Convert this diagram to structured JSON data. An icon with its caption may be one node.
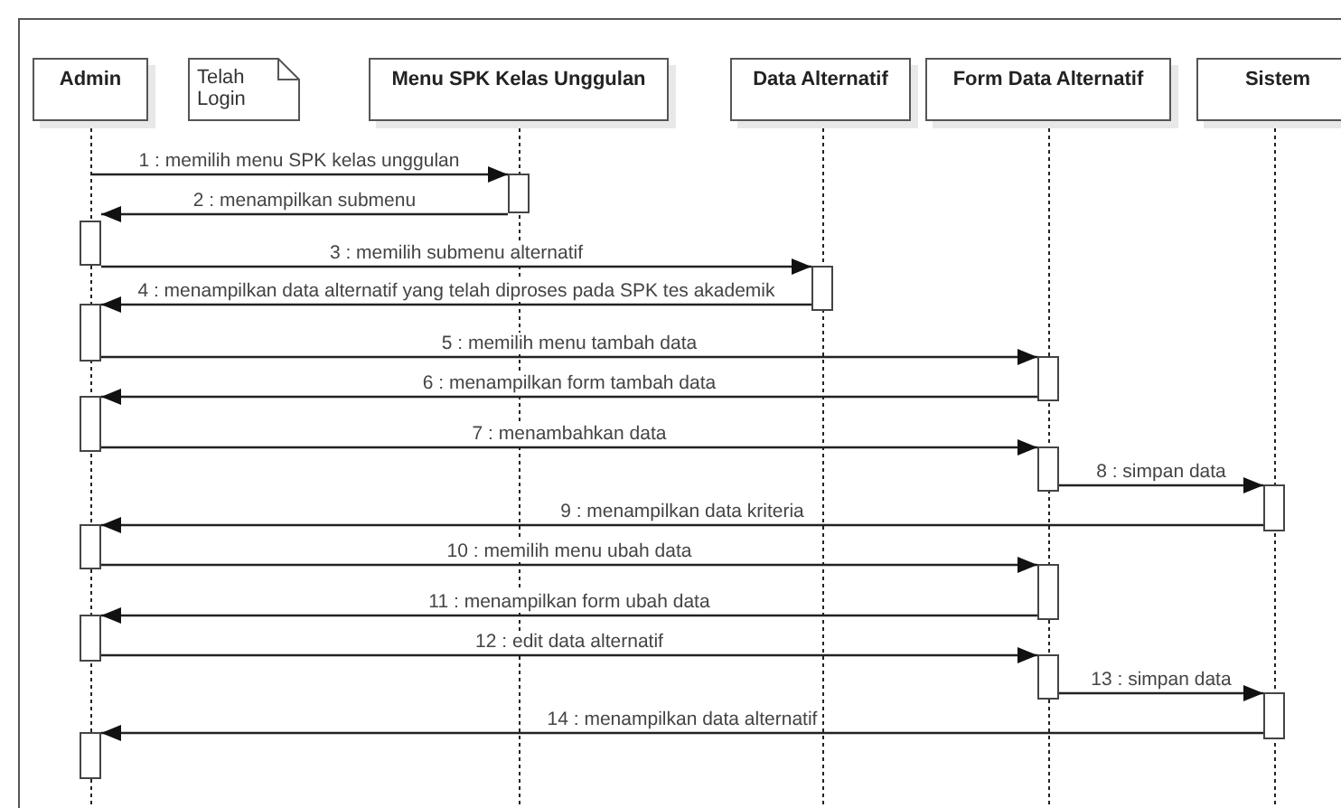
{
  "diagram": {
    "nodes": [
      {
        "text": [
          "Admin"
        ]
      },
      {
        "text": [
          "Telah Login"
        ]
      },
      {
        "text": [
          "Menu SPK Kelas Unggulan"
        ]
      },
      {
        "text": [
          "Data Alternatif"
        ]
      },
      {
        "text": [
          "Form Data Alternatif"
        ]
      },
      {
        "text": [
          "Sistem"
        ]
      },
      {
        "text": [],
        "shape": "bar"
      },
      {
        "text": [],
        "shape": "bar"
      },
      {
        "text": [],
        "shape": "bar"
      },
      {
        "text": [],
        "shape": "bar"
      },
      {
        "text": [],
        "shape": "bar"
      },
      {
        "text": [],
        "shape": "bar"
      },
      {
        "text": [],
        "shape": "bar"
      },
      {
        "text": [],
        "shape": "bar"
      },
      {
        "text": [],
        "shape": "bar"
      },
      {
        "text": [],
        "shape": "bar"
      },
      {
        "text": [],
        "shape": "bar"
      },
      {
        "text": [],
        "shape": "bar"
      },
      {
        "text": [],
        "shape": "bar"
      },
      {
        "text": [],
        "shape": "bar"
      }
    ],
    "edges": [
      {
        "from": null,
        "to": 6,
        "arrow": "to",
        "label": "1 : memilih menu SPK kelas unggulan"
      },
      {
        "from": 6,
        "to": 7,
        "arrow": "to",
        "label": "2 : menampilkan submenu"
      },
      {
        "from": 7,
        "to": 8,
        "arrow": "to",
        "label": "3 : memilih submenu alternatif"
      },
      {
        "from": 8,
        "to": 9,
        "arrow": "to",
        "label": "4 : menampilkan data alternatif yang telah diproses pada SPK tes akademik"
      },
      {
        "from": 9,
        "to": 10,
        "arrow": "to",
        "label": "5 : memilih menu tambah data"
      },
      {
        "from": 10,
        "to": 11,
        "arrow": "to",
        "label": "6 : menampilkan form tambah data"
      },
      {
        "from": 11,
        "to": 12,
        "arrow": "to",
        "label": "7 : menambahkan data"
      },
      {
        "from": 12,
        "to": 13,
        "arrow": "to",
        "label": "8 : simpan data"
      },
      {
        "from": 13,
        "to": 14,
        "arrow": "to",
        "label": "9 : menampilkan data kriteria"
      },
      {
        "from": 14,
        "to": 15,
        "arrow": "to",
        "label": "10 : memilih menu ubah data"
      },
      {
        "from": 15,
        "to": 16,
        "arrow": "to",
        "label": "11 : menampilkan form ubah data"
      },
      {
        "from": 16,
        "to": 17,
        "arrow": "to",
        "label": "12 : edit data alternatif"
      },
      {
        "from": 17,
        "to": 18,
        "arrow": "to",
        "label": "13 : simpan data"
      },
      {
        "from": 18,
        "to": 19,
        "arrow": "to",
        "label": "14 : menampilkan data alternatif"
      }
    ]
  }
}
